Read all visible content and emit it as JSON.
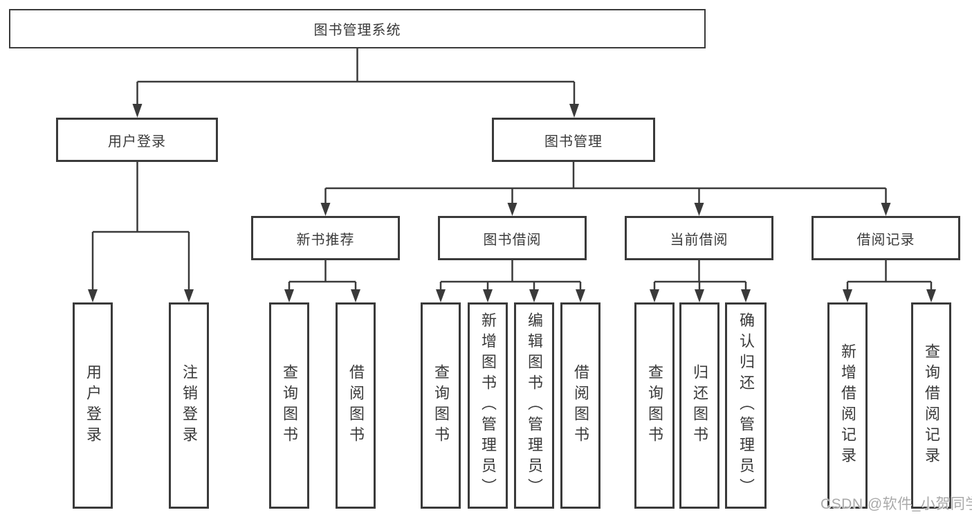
{
  "nodes": {
    "root": "图书管理系统",
    "user_login": "用户登录",
    "book_mgmt": "图书管理",
    "user_login_leaf": "用户登录",
    "logout_leaf": "注销登录",
    "new_book_rec": "新书推荐",
    "book_borrow": "图书借阅",
    "current_borrow": "当前借阅",
    "borrow_record": "借阅记录",
    "nbr_query_book": "查询图书",
    "nbr_borrow_book": "借阅图书",
    "bb_query_book": "查询图书",
    "bb_add_book_admin": "新增图书（管理员）",
    "bb_edit_book_admin": "编辑图书（管理员）",
    "bb_borrow_book": "借阅图书",
    "cb_query_book": "查询图书",
    "cb_return_book": "归还图书",
    "cb_confirm_return_admin": "确认归还（管理员）",
    "br_add_record": "新增借阅记录",
    "br_query_record": "查询借阅记录"
  },
  "hierarchy": {
    "图书管理系统": {
      "用户登录": [
        "用户登录",
        "注销登录"
      ],
      "图书管理": {
        "新书推荐": [
          "查询图书",
          "借阅图书"
        ],
        "图书借阅": [
          "查询图书",
          "新增图书（管理员）",
          "编辑图书（管理员）",
          "借阅图书"
        ],
        "当前借阅": [
          "查询图书",
          "归还图书",
          "确认归还（管理员）"
        ],
        "借阅记录": [
          "新增借阅记录",
          "查询借阅记录"
        ]
      }
    }
  },
  "watermark": {
    "text": "CSDN @软件_小贺同学",
    "color": "#a9a9a9"
  },
  "colors": {
    "line": "#3a3a3a",
    "box_border": "#3a3a3a",
    "text": "#3a3a3a",
    "background": "#ffffff"
  }
}
